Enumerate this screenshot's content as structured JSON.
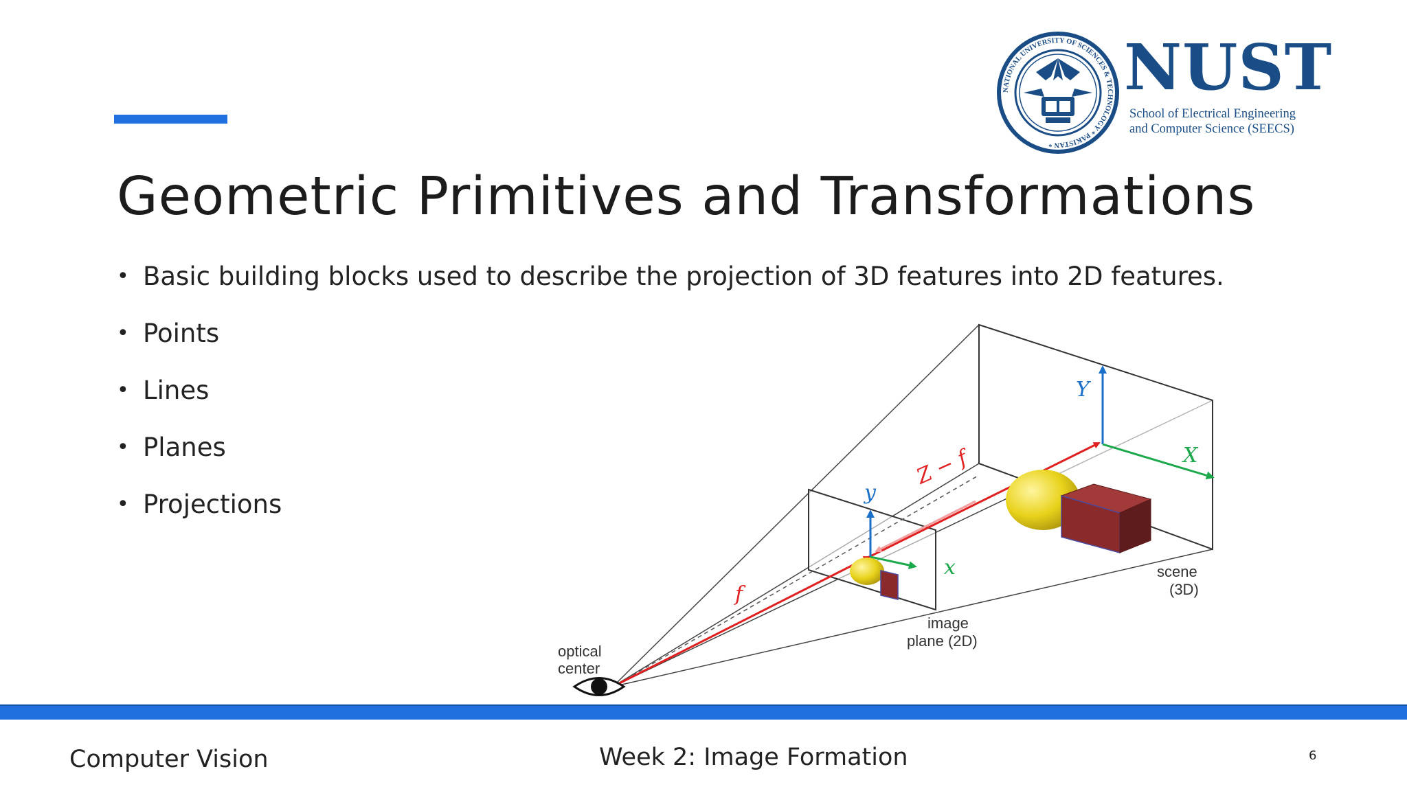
{
  "slide": {
    "title": "Geometric Primitives and Transformations",
    "bullets": [
      "Basic building blocks used to describe the projection of 3D features into 2D features.",
      "Points",
      "Lines",
      "Planes",
      "Projections"
    ]
  },
  "logo": {
    "wordmark": "NUST",
    "subtitle_line1": "School of Electrical Engineering",
    "subtitle_line2": "and Computer Science (SEECS)",
    "seal_text": "NATIONAL UNIVERSITY OF SCIENCES & TECHNOLOGY * PAKISTAN *",
    "brand_color": "#1a4c86"
  },
  "diagram": {
    "label_Y": "Y",
    "label_X": "X",
    "label_y": "y",
    "label_x": "x",
    "label_Z": "Z − f",
    "label_f": "f",
    "scene_line1": "scene",
    "scene_line2": "(3D)",
    "image_line1": "image",
    "image_line2": "plane (2D)",
    "optical_line1": "optical",
    "optical_line2": "center",
    "colors": {
      "ray": "#e02020",
      "axis_vertical": "#1a6fc9",
      "axis_horizontal": "#1aa84a",
      "sphere": "#e8d21a",
      "cube": "#8a2a2a"
    }
  },
  "footer": {
    "course": "Computer Vision",
    "week": "Week 2: Image Formation",
    "page": "6",
    "accent_color": "#1f6fde"
  }
}
